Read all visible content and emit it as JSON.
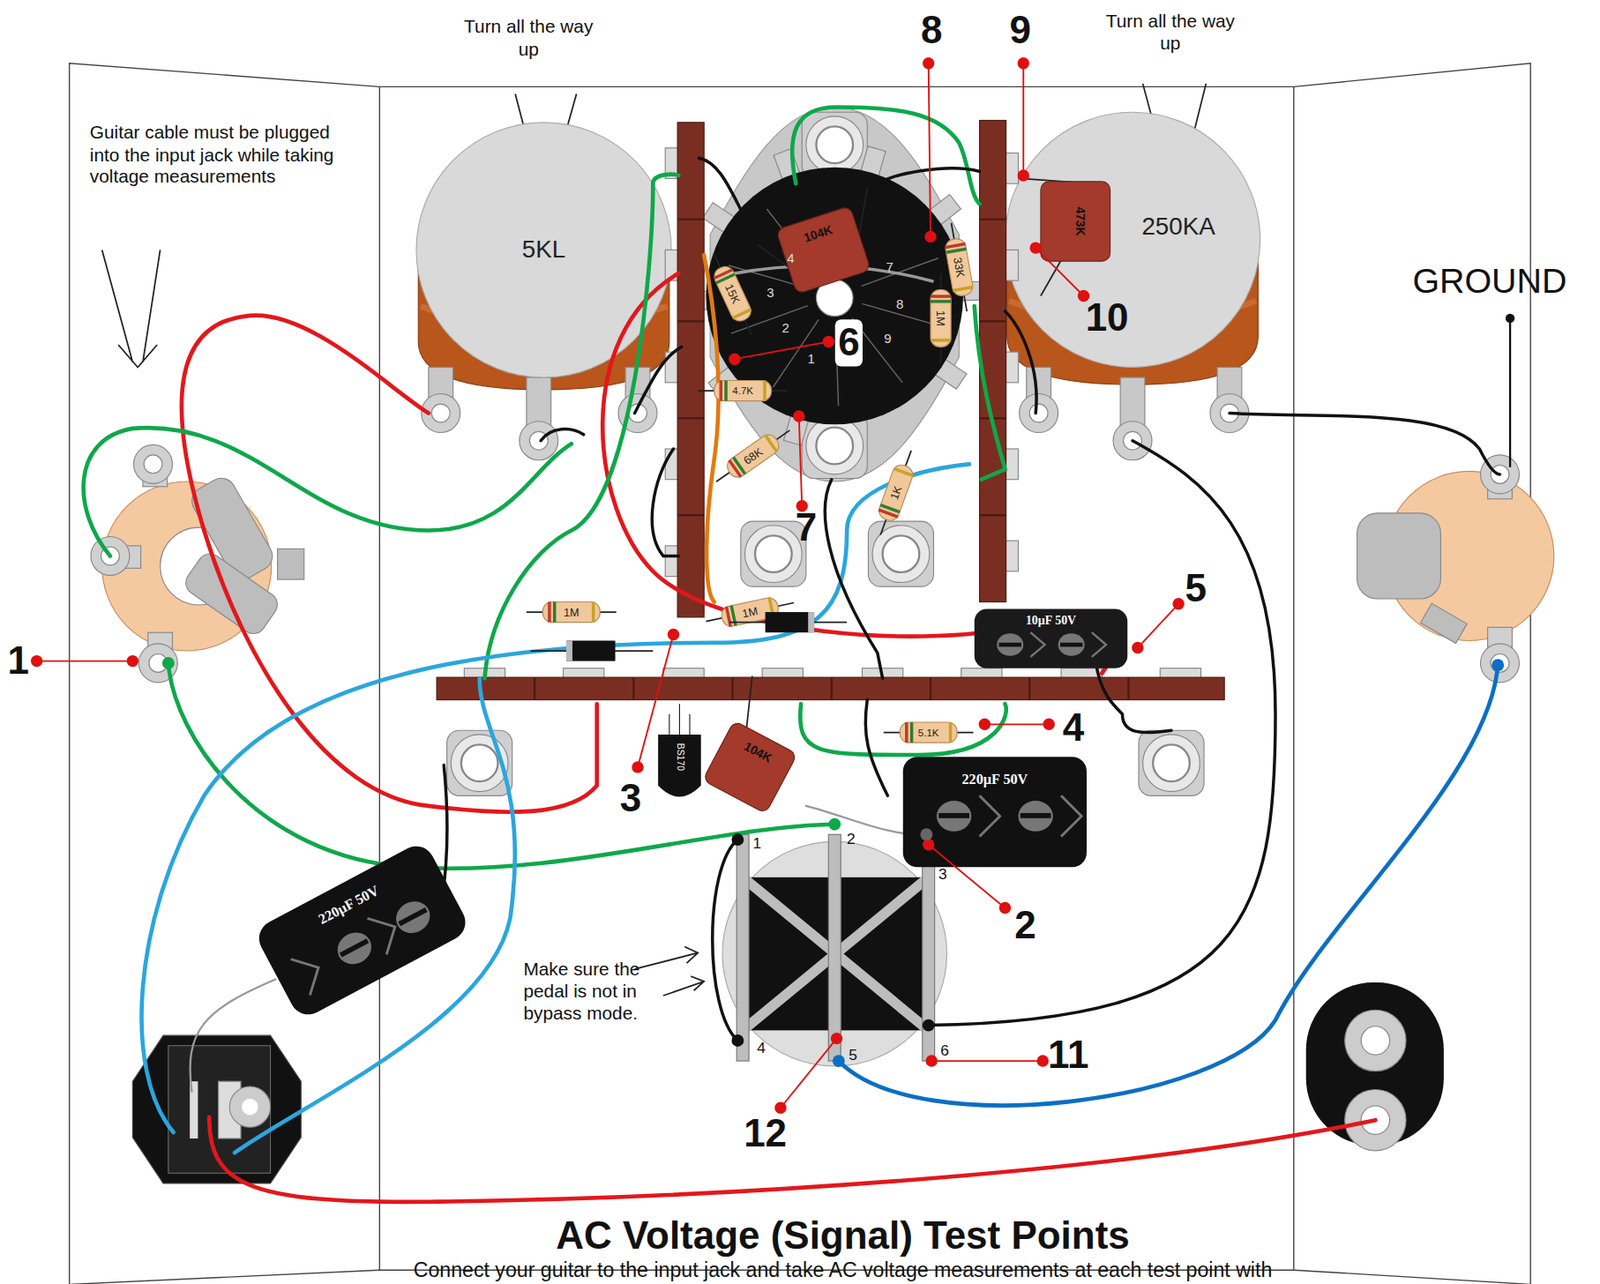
{
  "diagram": {
    "title": "AC Voltage (Signal) Test Points",
    "caption": "Connect your guitar to the input jack and take AC voltage measurements at each test point with",
    "nodes": [
      {
        "text": [
          "5KL"
        ]
      },
      {
        "text": [
          "250KA"
        ]
      },
      {
        "text": [
          "104K"
        ]
      },
      {
        "text": [
          "473K"
        ]
      },
      {
        "text": [
          "15K"
        ]
      },
      {
        "text": [
          "4.7K"
        ]
      },
      {
        "text": [
          "68K"
        ]
      },
      {
        "text": [
          "1K"
        ]
      },
      {
        "text": [
          "33K"
        ]
      },
      {
        "text": [
          "1M"
        ]
      },
      {
        "text": [
          "1M"
        ]
      },
      {
        "text": [
          "1M"
        ]
      },
      {
        "text": [
          "5.1K"
        ]
      },
      {
        "text": [
          "10µF 50V"
        ]
      },
      {
        "text": [
          "220µF 50V"
        ]
      },
      {
        "text": [
          "220µF 50V"
        ]
      },
      {
        "text": [
          "104K"
        ]
      },
      {
        "text": [
          "BS170"
        ]
      }
    ],
    "labels": [
      "Turn all the way up",
      "Turn all the way up",
      "Guitar cable must be plugged into the input jack while taking voltage measurements",
      "GROUND",
      "1",
      "2",
      "3",
      "4",
      "5",
      "6",
      "7",
      "8",
      "9",
      "10",
      "11",
      "12",
      "4",
      "3",
      "2",
      "1",
      "7",
      "8",
      "9",
      "1",
      "2",
      "3",
      "4",
      "5",
      "6",
      "Make sure the pedal is not in bypass mode."
    ]
  }
}
